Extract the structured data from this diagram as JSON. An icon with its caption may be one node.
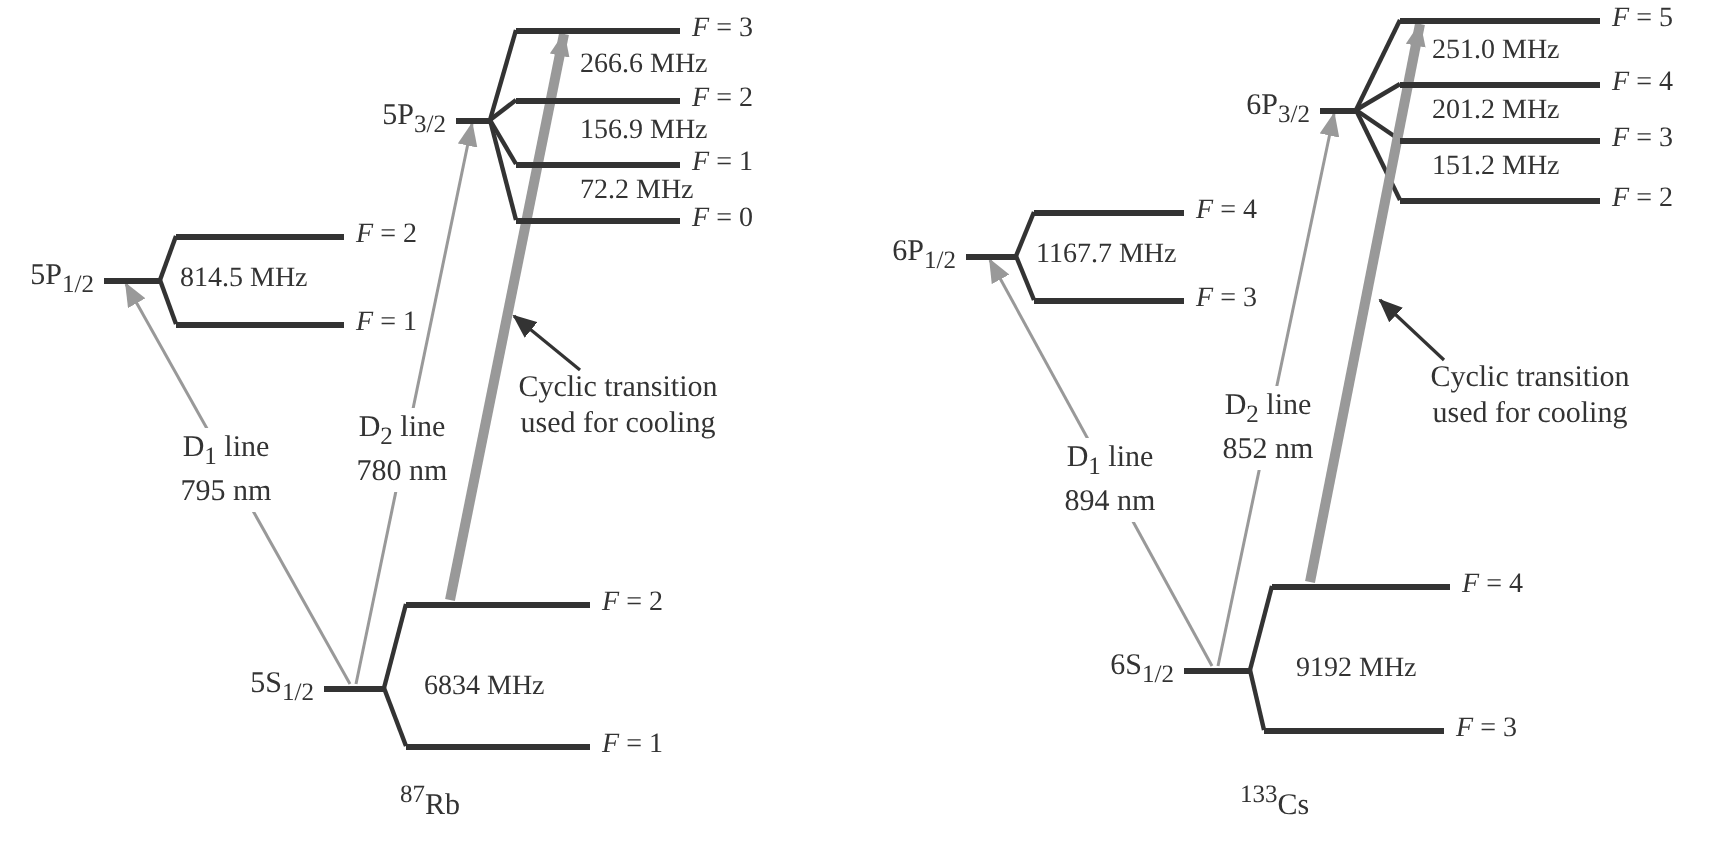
{
  "diagram": {
    "nodes": [
      {
        "text": [
          "5P$_{1/2}$"
        ]
      },
      {
        "text": [
          "*F* = 2"
        ]
      },
      {
        "text": [
          "*F* = 1"
        ]
      },
      {
        "text": [
          "5P$_{3/2}$"
        ]
      },
      {
        "text": [
          "*F* = 3"
        ]
      },
      {
        "text": [
          "*F* = 2"
        ]
      },
      {
        "text": [
          "*F* = 1"
        ]
      },
      {
        "text": [
          "*F* = 0"
        ]
      },
      {
        "text": [
          "5S$_{1/2}$"
        ]
      },
      {
        "text": [
          "*F* = 2"
        ]
      },
      {
        "text": [
          "*F* = 1"
        ]
      },
      {
        "text": [
          "Cyclic transition used for cooling"
        ]
      },
      {
        "text": [
          "6P$_{1/2}$"
        ]
      },
      {
        "text": [
          "*F* = 4"
        ]
      },
      {
        "text": [
          "*F* = 3"
        ]
      },
      {
        "text": [
          "6P$_{3/2}$"
        ]
      },
      {
        "text": [
          "*F* = 5"
        ]
      },
      {
        "text": [
          "*F* = 4"
        ]
      },
      {
        "text": [
          "*F* = 3"
        ]
      },
      {
        "text": [
          "*F* = 2"
        ]
      },
      {
        "text": [
          "6S$_{1/2}$"
        ]
      },
      {
        "text": [
          "*F* = 4"
        ]
      },
      {
        "text": [
          "*F* = 3"
        ]
      },
      {
        "text": [
          "Cyclic transition used for cooling"
        ]
      }
    ],
    "edges": [
      {
        "from": 0,
        "to": 1,
        "arrow": "none"
      },
      {
        "from": 0,
        "to": 2,
        "arrow": "none"
      },
      {
        "from": 3,
        "to": 4,
        "arrow": "none"
      },
      {
        "from": 3,
        "to": 5,
        "arrow": "none"
      },
      {
        "from": 3,
        "to": 6,
        "arrow": "none"
      },
      {
        "from": 3,
        "to": 7,
        "arrow": "none"
      },
      {
        "from": 8,
        "to": 9,
        "arrow": "none"
      },
      {
        "from": 8,
        "to": 10,
        "arrow": "none"
      },
      {
        "from": 8,
        "to": 0,
        "arrow": "to",
        "label": "D$_{1}$ line 795 nm",
        "color": "#999999"
      },
      {
        "from": 8,
        "to": 3,
        "arrow": "to",
        "label": "D$_{2}$ line 780 nm",
        "color": "#999999"
      },
      {
        "from": 9,
        "to": 4,
        "arrow": "to",
        "style": "thick",
        "color": "#999999"
      },
      {
        "from": 11,
        "to": null,
        "arrow": "to"
      },
      {
        "from": 12,
        "to": 13,
        "arrow": "none"
      },
      {
        "from": 12,
        "to": 14,
        "arrow": "none"
      },
      {
        "from": 15,
        "to": 16,
        "arrow": "none"
      },
      {
        "from": 15,
        "to": 17,
        "arrow": "none"
      },
      {
        "from": 15,
        "to": 18,
        "arrow": "none"
      },
      {
        "from": 15,
        "to": 19,
        "arrow": "none"
      },
      {
        "from": 20,
        "to": 21,
        "arrow": "none"
      },
      {
        "from": 20,
        "to": 22,
        "arrow": "none"
      },
      {
        "from": 20,
        "to": 12,
        "arrow": "to",
        "label": "D$_{1}$ line 894 nm",
        "color": "#999999"
      },
      {
        "from": 20,
        "to": 15,
        "arrow": "to",
        "label": "D$_{2}$ line 852 nm",
        "color": "#999999"
      },
      {
        "from": 21,
        "to": 16,
        "arrow": "to",
        "style": "thick",
        "color": "#999999"
      },
      {
        "from": 23,
        "to": null,
        "arrow": "to"
      }
    ],
    "labels": [
      "266.6 MHz",
      "156.9 MHz",
      "72.2 MHz",
      "814.5 MHz",
      "6834 MHz",
      "$^{87}$Rb",
      "251.0 MHz",
      "201.2 MHz",
      "151.2 MHz",
      "1167.7 MHz",
      "9192 MHz",
      "$^{133}$Cs"
    ]
  }
}
